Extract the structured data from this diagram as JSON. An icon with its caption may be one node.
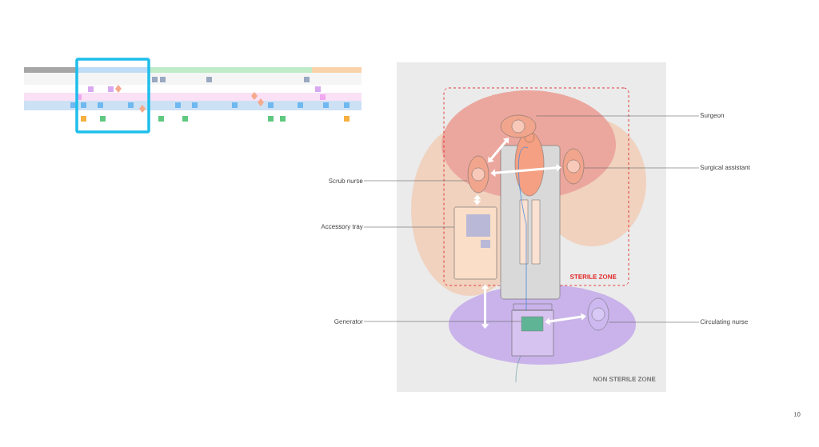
{
  "diagram": {
    "nodes": [
      {
        "text": [
          "NON STERILE ZONE"
        ]
      },
      {
        "text": [
          "STERILE ZONE"
        ],
        "in": 0
      },
      {
        "text": [],
        "shape": "person",
        "in": 1
      },
      {
        "text": [],
        "shape": "person",
        "in": 1
      },
      {
        "text": [],
        "shape": "person",
        "in": 1
      },
      {
        "text": [],
        "shape": "box",
        "in": 1
      },
      {
        "text": [],
        "shape": "box",
        "in": 0
      },
      {
        "text": [],
        "shape": "person",
        "in": 0
      },
      {
        "text": [
          "Surgeon"
        ]
      },
      {
        "text": [
          "Surgical assistant"
        ]
      },
      {
        "text": [
          "Scrub nurse"
        ]
      },
      {
        "text": [
          "Accessory tray"
        ]
      },
      {
        "text": [
          "Generator"
        ]
      },
      {
        "text": [
          "Circulating nurse"
        ]
      }
    ],
    "edges": [
      {
        "from": 8,
        "to": 2,
        "arrow": "none"
      },
      {
        "from": 9,
        "to": 3,
        "arrow": "none"
      },
      {
        "from": 10,
        "to": 4,
        "arrow": "none"
      },
      {
        "from": 11,
        "to": 5,
        "arrow": "none"
      },
      {
        "from": 12,
        "to": 6,
        "arrow": "none"
      },
      {
        "from": 13,
        "to": 7,
        "arrow": "none"
      },
      {
        "from": 2,
        "to": 4,
        "arrow": "both",
        "style": "thick",
        "color": "#ffffff"
      },
      {
        "from": 4,
        "to": 3,
        "arrow": "both",
        "style": "thick",
        "color": "#ffffff"
      },
      {
        "from": 4,
        "to": 5,
        "arrow": "both",
        "style": "thick",
        "color": "#ffffff"
      },
      {
        "from": 5,
        "to": 6,
        "arrow": "both",
        "style": "thick",
        "color": "#ffffff"
      },
      {
        "from": 6,
        "to": 7,
        "arrow": "both",
        "style": "thick",
        "color": "#ffffff"
      }
    ],
    "labels": [
      "10"
    ]
  }
}
